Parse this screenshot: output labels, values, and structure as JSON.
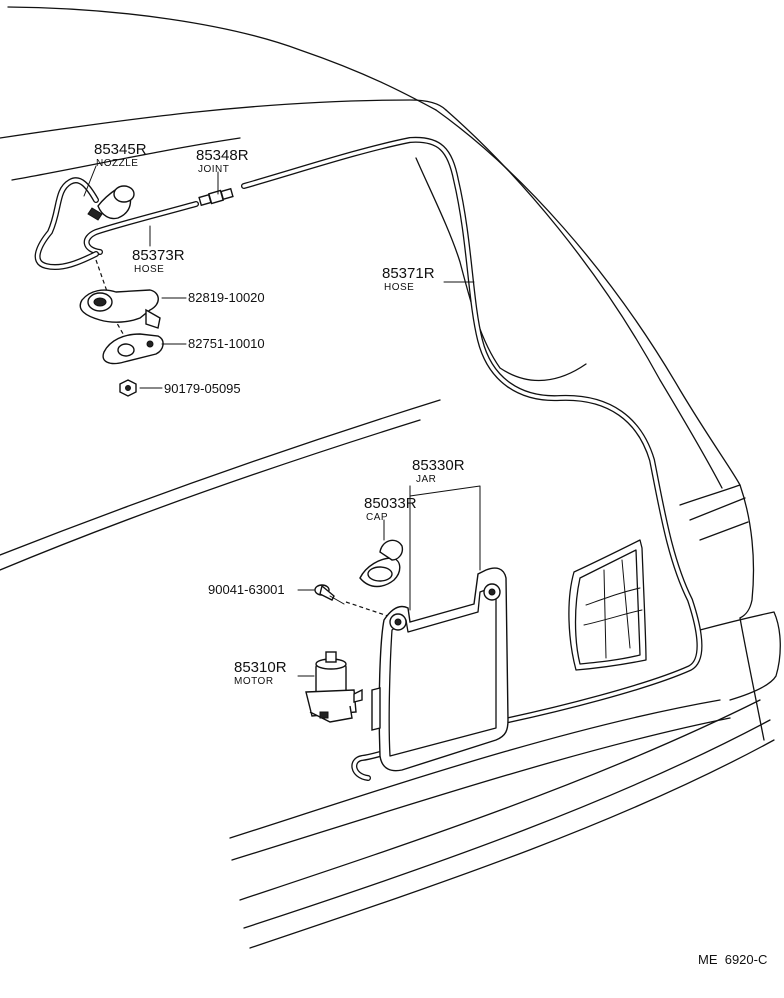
{
  "labels": {
    "nozzle": {
      "number": "85345R",
      "name": "NOZZLE"
    },
    "joint": {
      "number": "85348R",
      "name": "JOINT"
    },
    "hose_short": {
      "number": "85373R",
      "name": "HOSE"
    },
    "hose_long": {
      "number": "85371R",
      "name": "HOSE"
    },
    "grommet": {
      "number": "82819-10020"
    },
    "clamp": {
      "number": "82751-10010"
    },
    "nut": {
      "number": "90179-05095"
    },
    "jar": {
      "number": "85330R",
      "name": "JAR"
    },
    "cap": {
      "number": "85033R",
      "name": "CAP"
    },
    "screw": {
      "number": "90041-63001"
    },
    "motor": {
      "number": "85310R",
      "name": "MOTOR"
    }
  },
  "figure_code": "ME  6920-C"
}
